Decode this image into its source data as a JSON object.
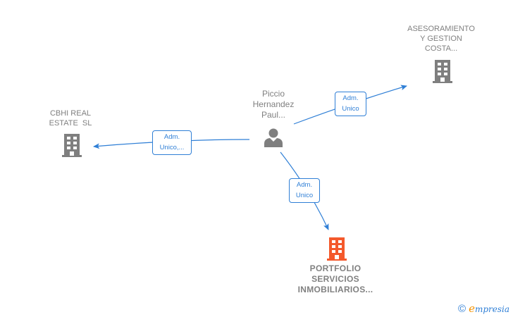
{
  "colors": {
    "edge": "#2f7fd6",
    "node_gray": "#7f7f7f",
    "node_main": "#f4592c",
    "label_text": "#808080"
  },
  "nodes": {
    "person": {
      "name": "Piccio Hernandez Paul...",
      "lines": [
        "Piccio",
        "Hernandez",
        "Paul..."
      ],
      "icon": "person-icon"
    },
    "asesoramiento": {
      "name": "ASESORAMIENTO Y GESTION COSTA...",
      "lines": [
        "ASESORAMIENTO",
        "Y GESTION",
        "COSTA..."
      ],
      "icon": "building-icon"
    },
    "cbhi": {
      "name": "CBHI REAL ESTATE SL",
      "lines": [
        "CBHI REAL",
        "ESTATE  SL"
      ],
      "icon": "building-icon"
    },
    "portfolio": {
      "name": "PORTFOLIO SERVICIOS INMOBILIARIOS...",
      "lines": [
        "PORTFOLIO",
        "SERVICIOS",
        "INMOBILIARIOS..."
      ],
      "icon": "building-icon",
      "highlight": true
    }
  },
  "edges": [
    {
      "from": "person",
      "to": "asesoramiento",
      "label_lines": [
        "Adm.",
        "Unico"
      ]
    },
    {
      "from": "person",
      "to": "cbhi",
      "label_lines": [
        "Adm.",
        "Unico,..."
      ]
    },
    {
      "from": "person",
      "to": "portfolio",
      "label_lines": [
        "Adm.",
        "Unico"
      ]
    }
  ],
  "watermark": {
    "copyright": "©",
    "brand_first": "e",
    "brand_rest": "mpresia"
  }
}
